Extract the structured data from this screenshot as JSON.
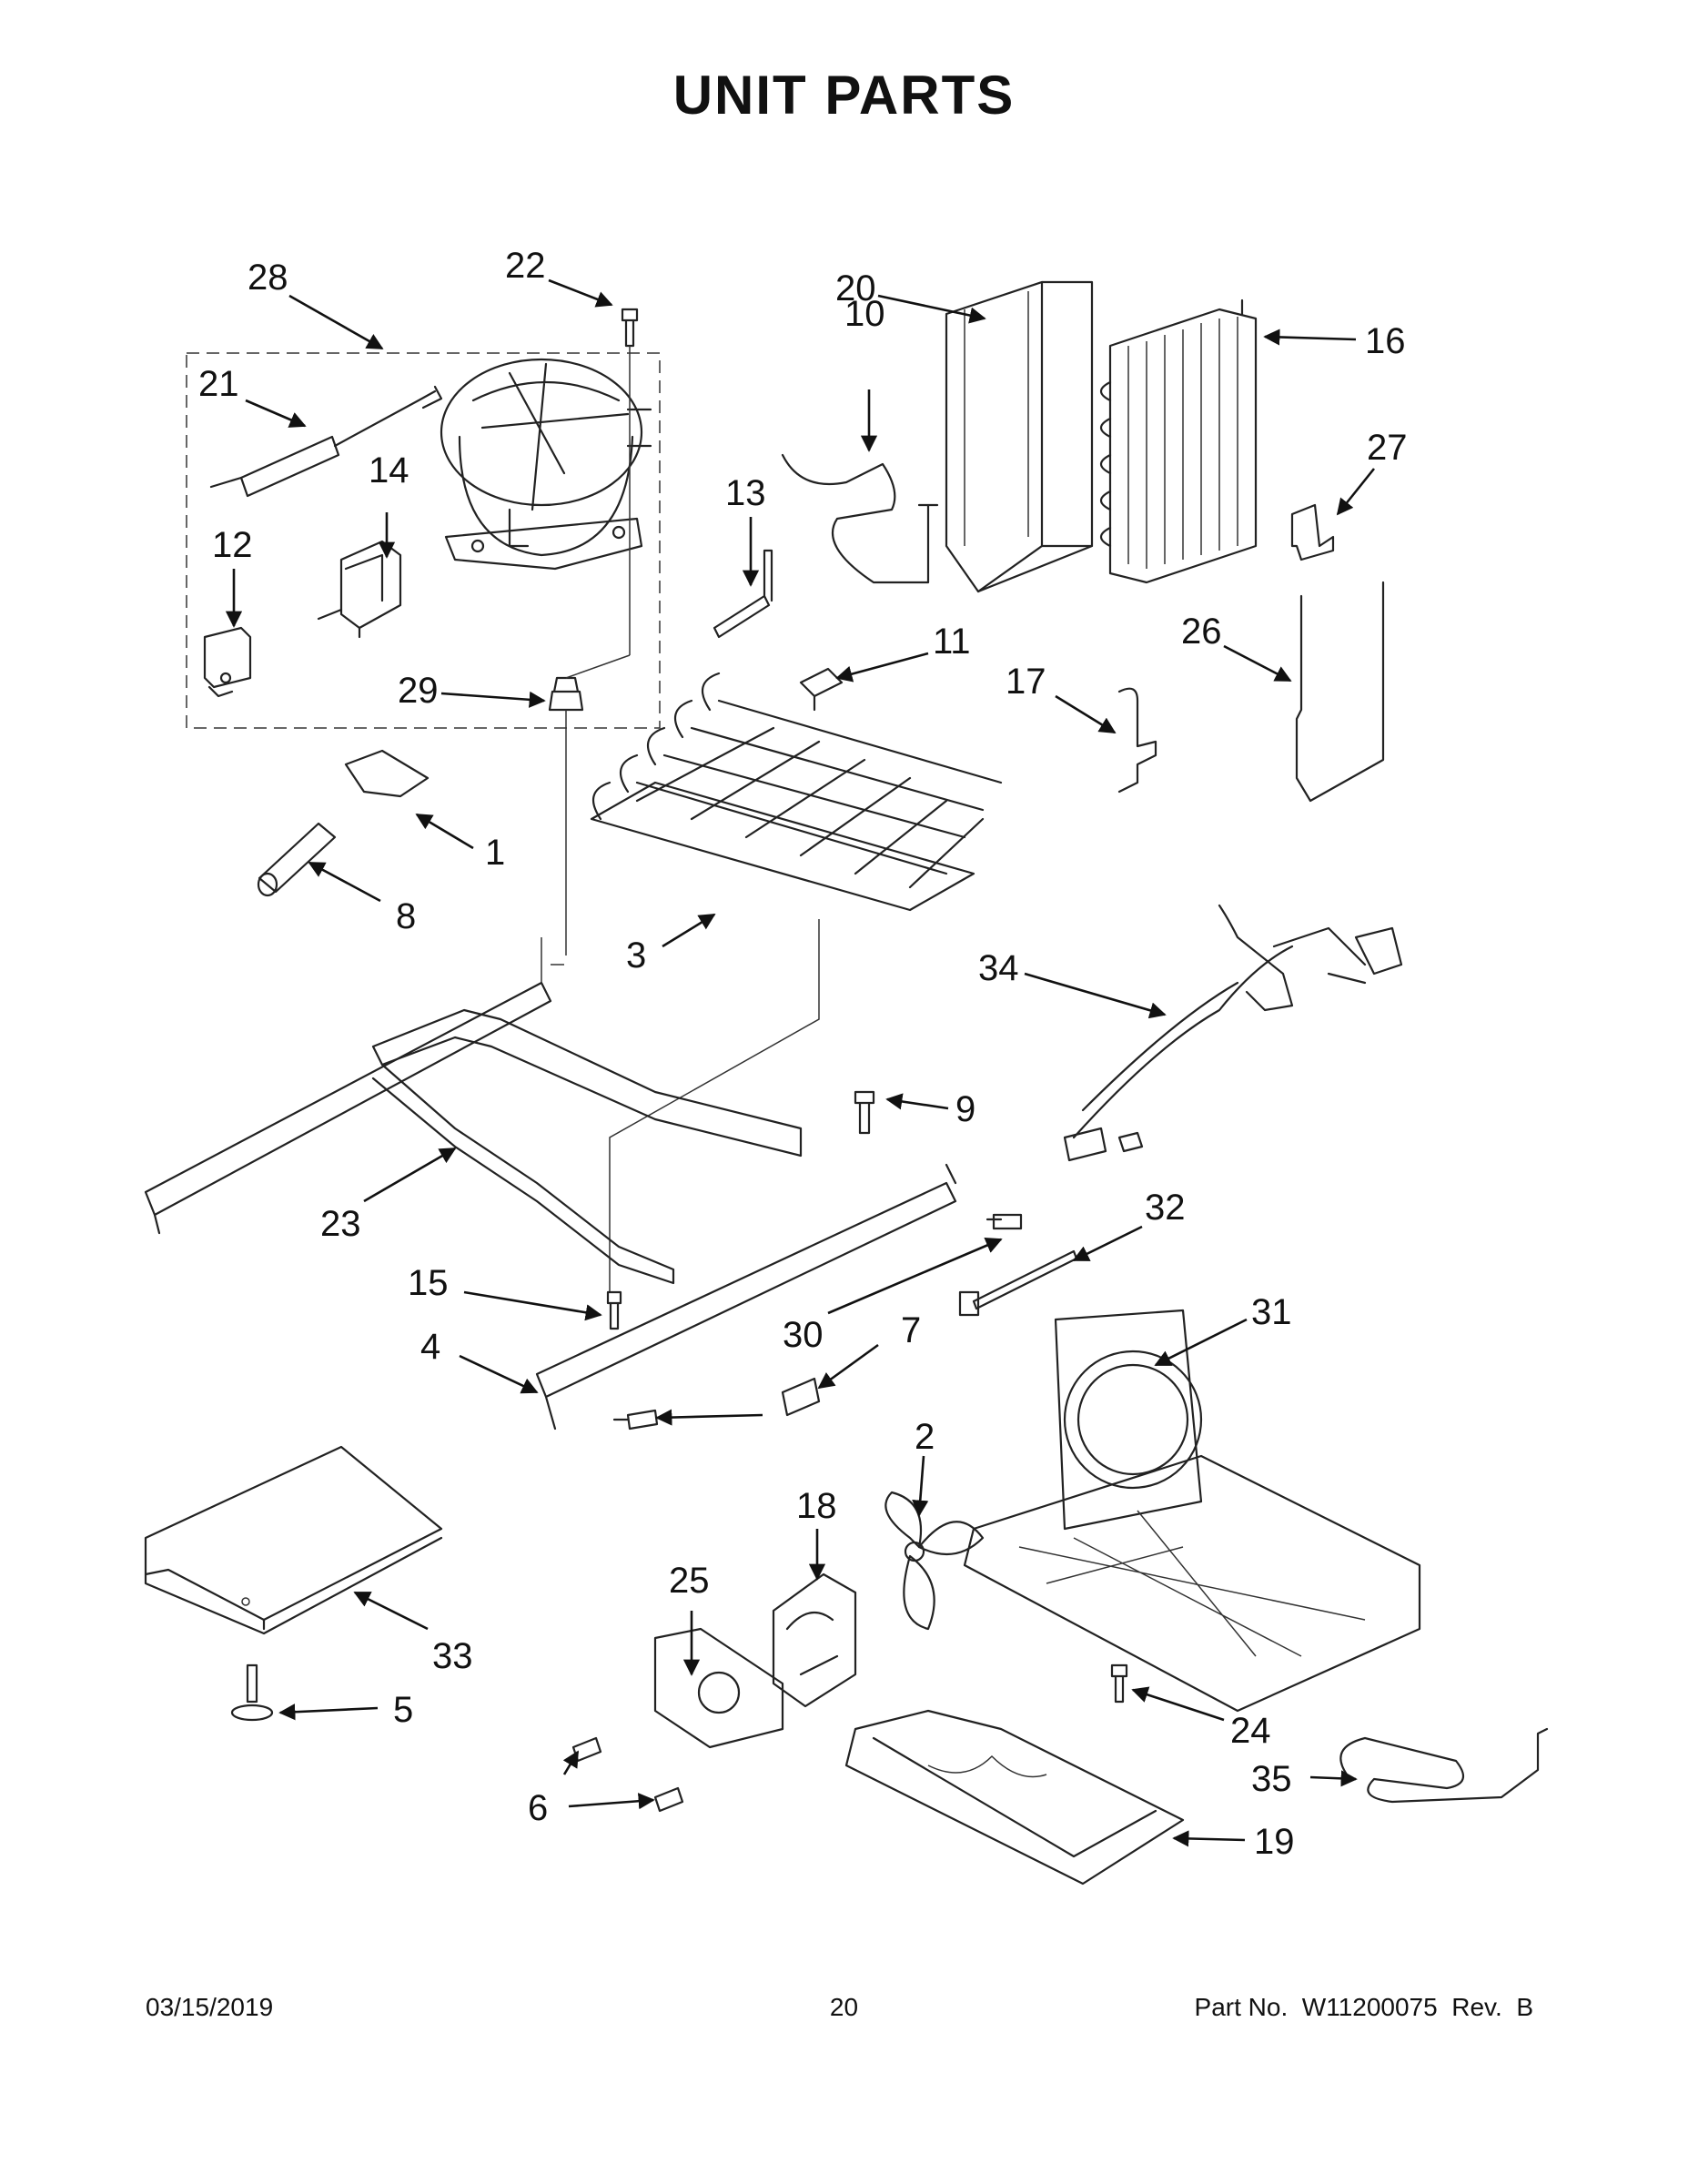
{
  "title": "UNIT PARTS",
  "callouts": [
    "1",
    "2",
    "3",
    "4",
    "5",
    "6",
    "7",
    "8",
    "9",
    "10",
    "11",
    "12",
    "13",
    "14",
    "15",
    "16",
    "17",
    "18",
    "19",
    "20",
    "21",
    "22",
    "23",
    "24",
    "25",
    "26",
    "27",
    "28",
    "29",
    "30",
    "31",
    "32",
    "33",
    "34",
    "35"
  ],
  "footer": {
    "date": "03/15/2019",
    "page": "20",
    "part_no": "Part No.  W11200075  Rev.  B"
  }
}
